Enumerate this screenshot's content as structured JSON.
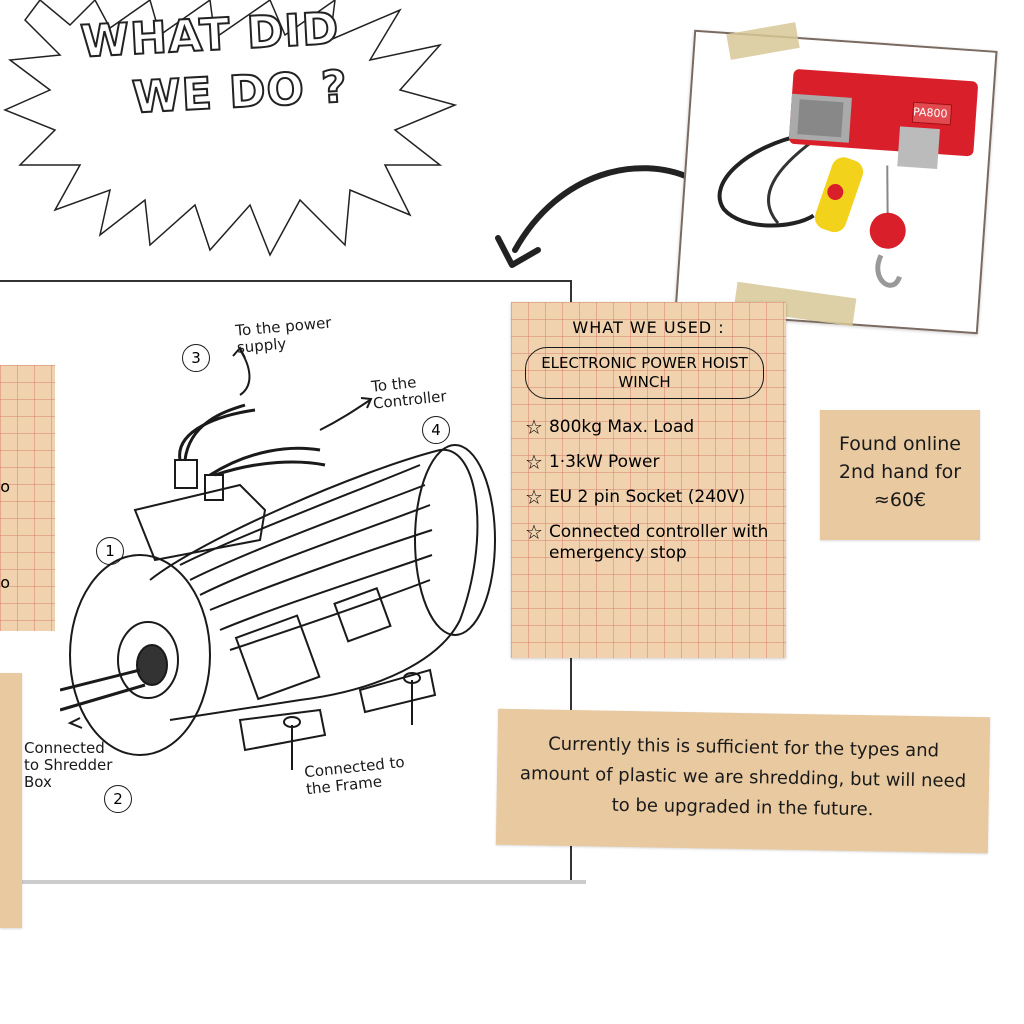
{
  "heading": {
    "line1": "WHAT DID",
    "line2": "WE DO ?"
  },
  "photo": {
    "brand_label": "PA800"
  },
  "diagram": {
    "labels": {
      "power": "To the power supply",
      "controller": "To the Controller",
      "shredder": "Connected to Shredder Box",
      "frame": "Connected to the Frame"
    },
    "numbers": [
      "1",
      "2",
      "3",
      "4"
    ]
  },
  "used_note": {
    "title": "WHAT WE USED :",
    "item_name": "ELECTRONIC POWER HOIST WINCH",
    "specs": [
      "800kg Max. Load",
      "1·3kW Power",
      "EU 2 pin Socket (240V)",
      "Connected controller with emergency stop"
    ]
  },
  "price_note": {
    "text": "Found online 2nd hand for ≈60€"
  },
  "summary_note": {
    "text": "Currently this is sufficient for the types and amount of plastic we are shredding, but will need to be upgraded in the future."
  },
  "partial_left": {
    "fragments": [
      "o",
      "o"
    ]
  },
  "colors": {
    "kraft": "#e8c9a0",
    "grid_line": "#d67864",
    "hoist_red": "#d9202a",
    "controller_yellow": "#f2d21b"
  },
  "icons": {
    "star": "star-icon",
    "arrow": "curved-arrow-icon"
  }
}
